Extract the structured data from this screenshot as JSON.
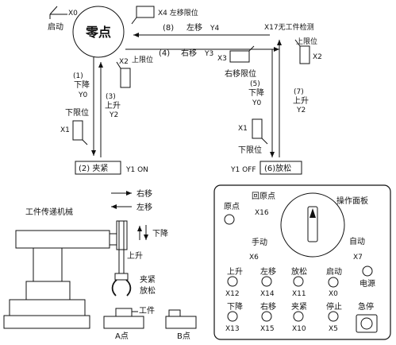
{
  "flow": {
    "origin": "零点",
    "start_label": "启动",
    "start_code": "X0",
    "x4_label": "X4 左移限位",
    "step8": "(8)",
    "left_move": "左移",
    "y4": "Y4",
    "x17_label": "X17无工件检测",
    "x2_upper_right": "上限位",
    "x2_right": "X2",
    "step4": "(4)",
    "right_move": "右移",
    "y3": "Y3",
    "x3": "X3",
    "right_limit": "右移限位",
    "step1": "(1)",
    "down1": "下降",
    "y0_1": "Y0",
    "x2_left": "X2",
    "upper_limit_left": "上限位",
    "step3": "(3)",
    "up3": "上升",
    "y2_3": "Y2",
    "lower_limit_left": "下限位",
    "x1_left": "X1",
    "step5": "(5)",
    "down5": "下降",
    "y0_5": "Y0",
    "step7": "(7)",
    "up7": "上升",
    "y2_7": "Y2",
    "x1_right": "X1",
    "lower_limit_right": "下限位",
    "clamp_box": "(2) 夹紧",
    "y1_on": "Y1 ON",
    "y1_off": "Y1 OFF",
    "release_box": "(6)放松"
  },
  "machine": {
    "arrow_right": "右移",
    "arrow_left": "左移",
    "title": "工件传递机械",
    "down": "下降",
    "up": "上升",
    "clamp": "夹紧",
    "release": "放松",
    "workpiece": "工件",
    "point_a": "A点",
    "point_b": "B点"
  },
  "panel": {
    "origin_label": "原点",
    "return_origin": "回原点",
    "x16": "X16",
    "panel_title": "操作面板",
    "manual": "手动",
    "x6": "X6",
    "auto": "自动",
    "x7": "X7",
    "up": "上升",
    "x12": "X12",
    "left": "左移",
    "x14": "X14",
    "release": "放松",
    "x11": "X11",
    "start": "启动",
    "x0": "X0",
    "power": "电源",
    "down": "下降",
    "x13": "X13",
    "right": "右移",
    "x15": "X15",
    "clamp": "夹紧",
    "x10": "X10",
    "stop": "停止",
    "x5": "X5",
    "estop": "急停"
  }
}
